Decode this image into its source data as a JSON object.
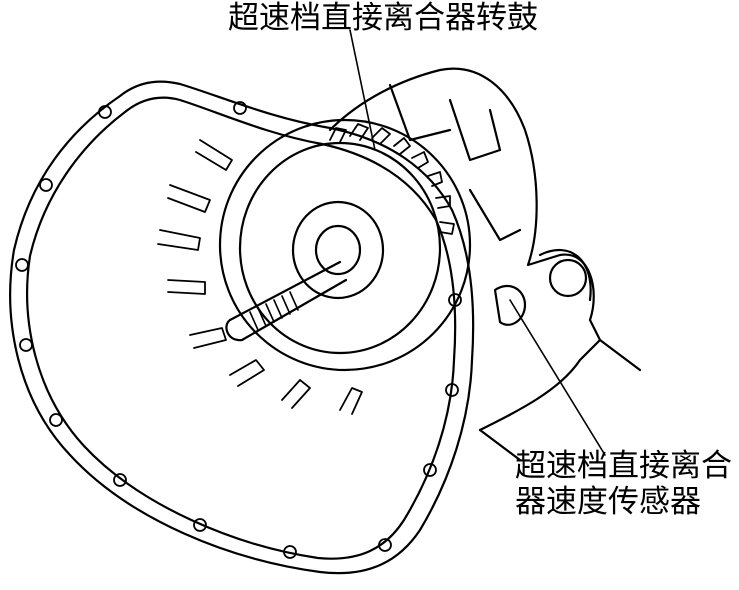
{
  "labels": {
    "drum": "超速档直接离合器转鼓",
    "sensor_line1": "超速档直接离合",
    "sensor_line2": "器速度传感器"
  },
  "colors": {
    "ink": "#000000",
    "background": "#ffffff"
  }
}
